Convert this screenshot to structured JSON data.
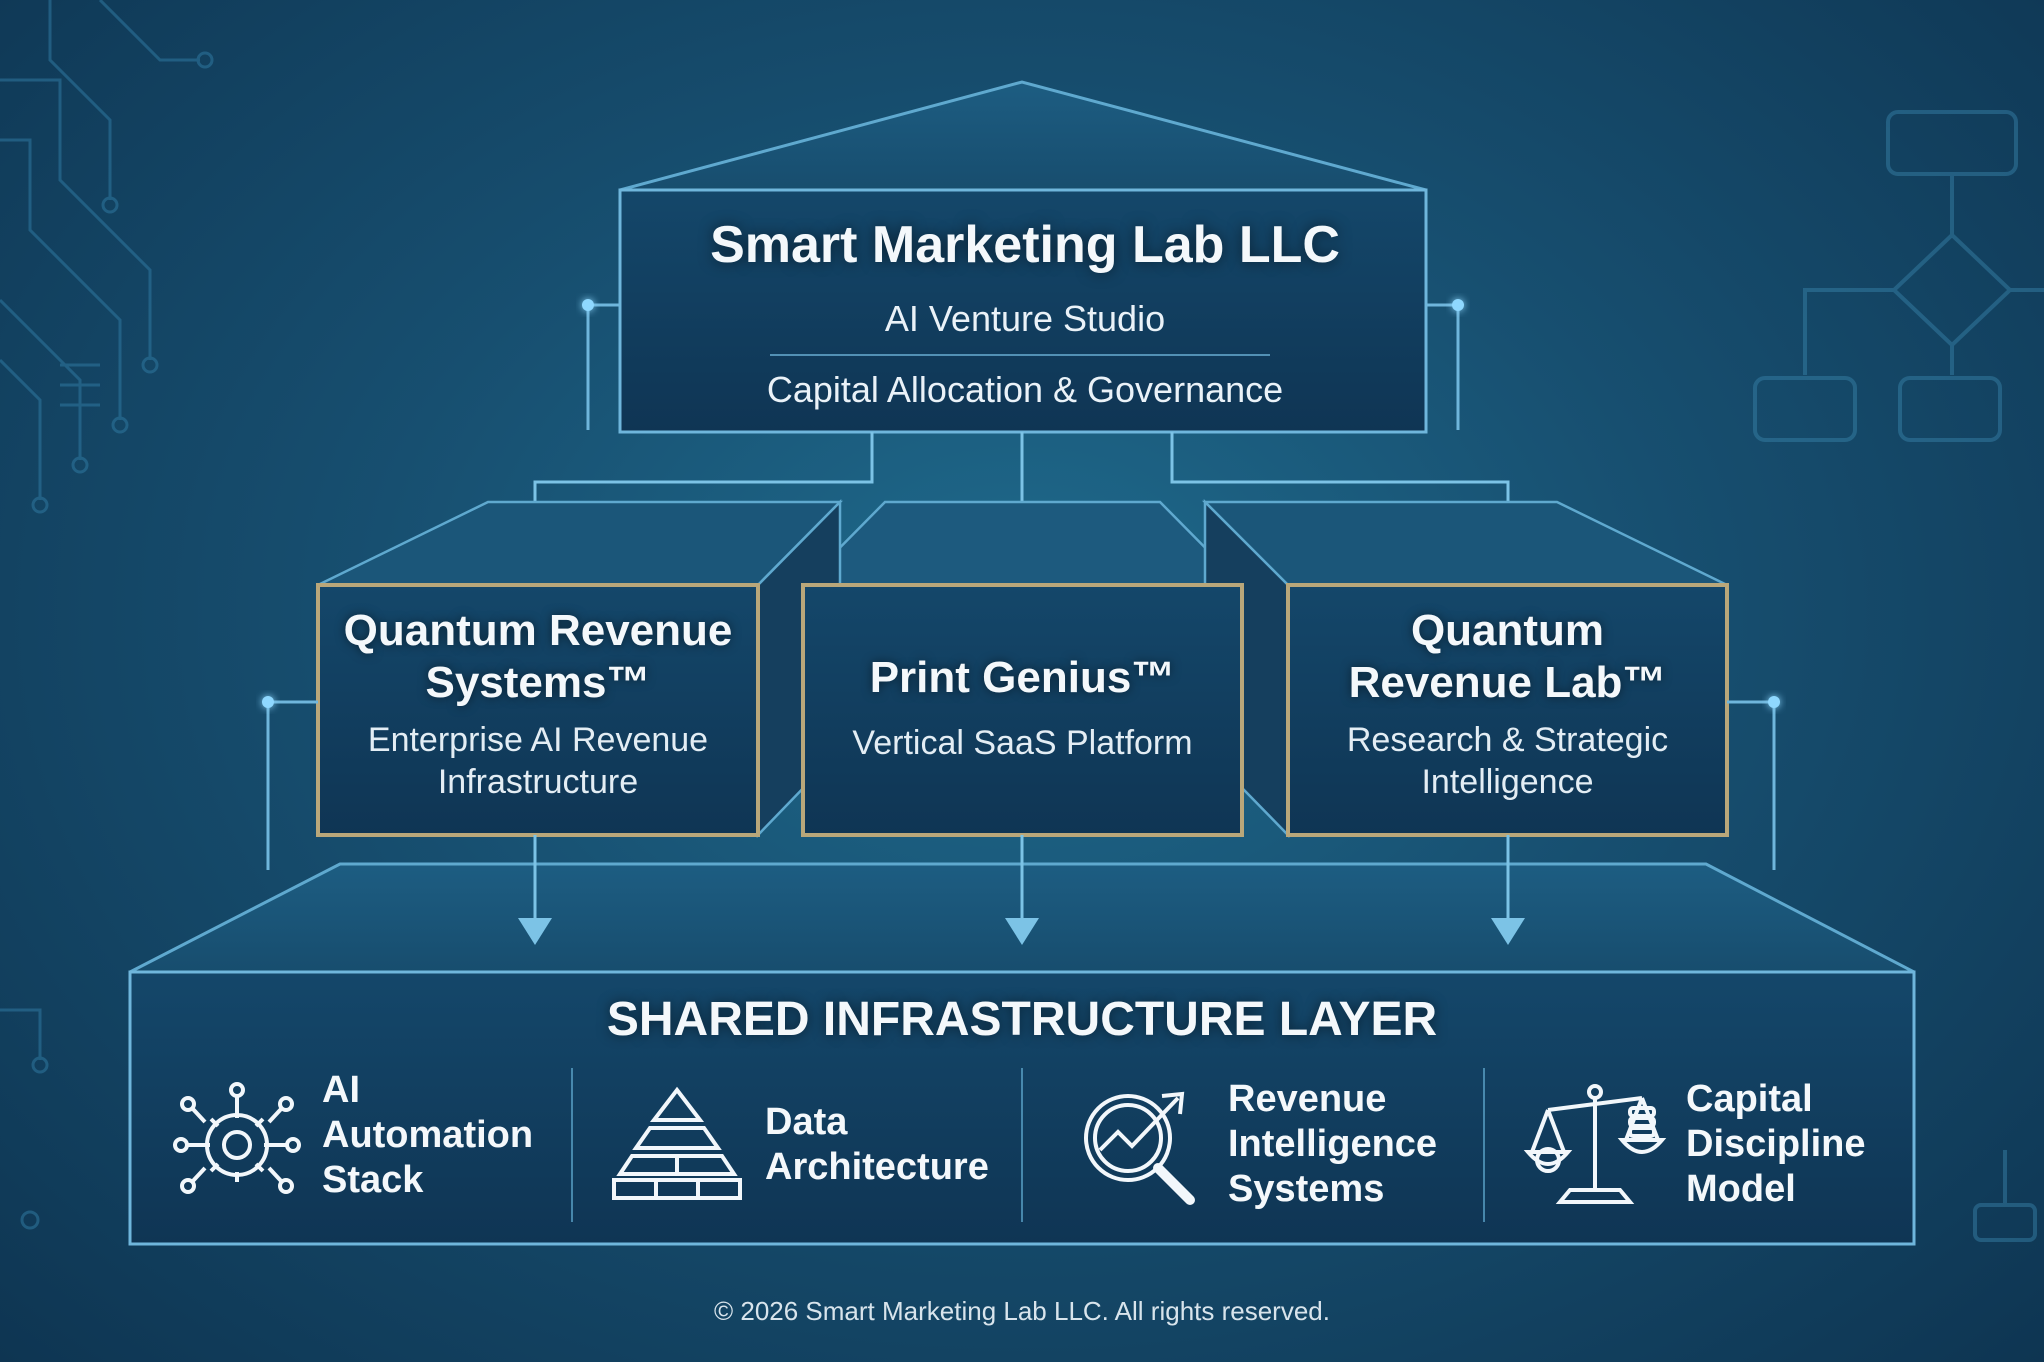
{
  "studio": {
    "name": "Smart Marketing Lab LLC",
    "line1": "AI Venture Studio",
    "line2": "Capital Allocation & Governance"
  },
  "ventures": [
    {
      "title_line1": "Quantum Revenue",
      "title_line2": "Systems™",
      "desc_line1": "Enterprise AI Revenue",
      "desc_line2": "Infrastructure"
    },
    {
      "title_line1": "Print Genius™",
      "desc_line1": "Vertical SaaS Platform"
    },
    {
      "title_line1": "Quantum",
      "title_line2": "Revenue Lab™",
      "desc_line1": "Research & Strategic",
      "desc_line2": "Intelligence"
    }
  ],
  "shared": {
    "title": "SHARED INFRASTRUCTURE LAYER",
    "items": [
      {
        "icon": "gear-network-icon",
        "lines": [
          "AI",
          "Automation",
          "Stack"
        ]
      },
      {
        "icon": "pyramid-icon",
        "lines": [
          "Data",
          "Architecture"
        ]
      },
      {
        "icon": "magnifier-chart-icon",
        "lines": [
          "Revenue",
          "Intelligence",
          "Systems"
        ]
      },
      {
        "icon": "balance-scale-icon",
        "lines": [
          "Capital",
          "Discipline",
          "Model"
        ]
      }
    ]
  },
  "footer": "© 2026 Smart Marketing Lab LLC. All rights reserved.",
  "colors": {
    "background": "#174f70",
    "box_fill": "#113f5e",
    "box_stroke": "#5fa9cf",
    "gold": "#b9a77a",
    "glow": "#8fd8ff"
  }
}
